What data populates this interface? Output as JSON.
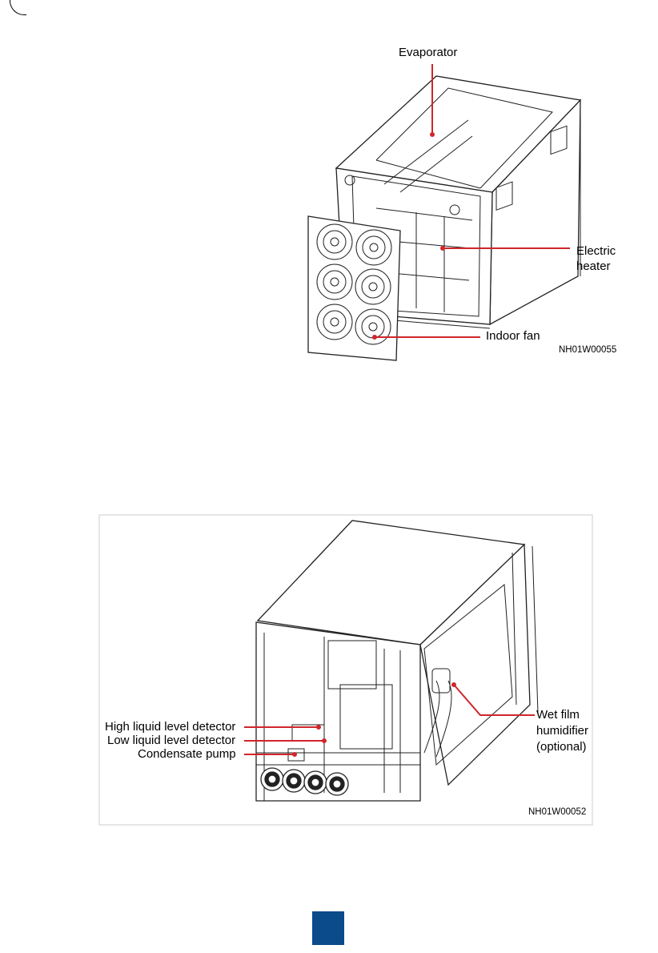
{
  "figure1": {
    "labels": {
      "evaporator": "Evaporator",
      "electric_heater_line1": "Electric",
      "electric_heater_line2": "heater",
      "indoor_fan": "Indoor fan"
    },
    "code": "NH01W00055"
  },
  "figure2": {
    "labels": {
      "high_liquid_level_detector": "High liquid level detector",
      "low_liquid_level_detector": "Low liquid level detector",
      "condensate_pump": "Condensate pump",
      "wet_film_line1": "Wet film",
      "wet_film_line2": "humidifier",
      "wet_film_line3": "(optional)"
    },
    "code": "NH01W00052"
  },
  "colors": {
    "callout": "#d0262b",
    "page_square": "#0b4a8b"
  },
  "footer": {
    "page_number": ""
  }
}
